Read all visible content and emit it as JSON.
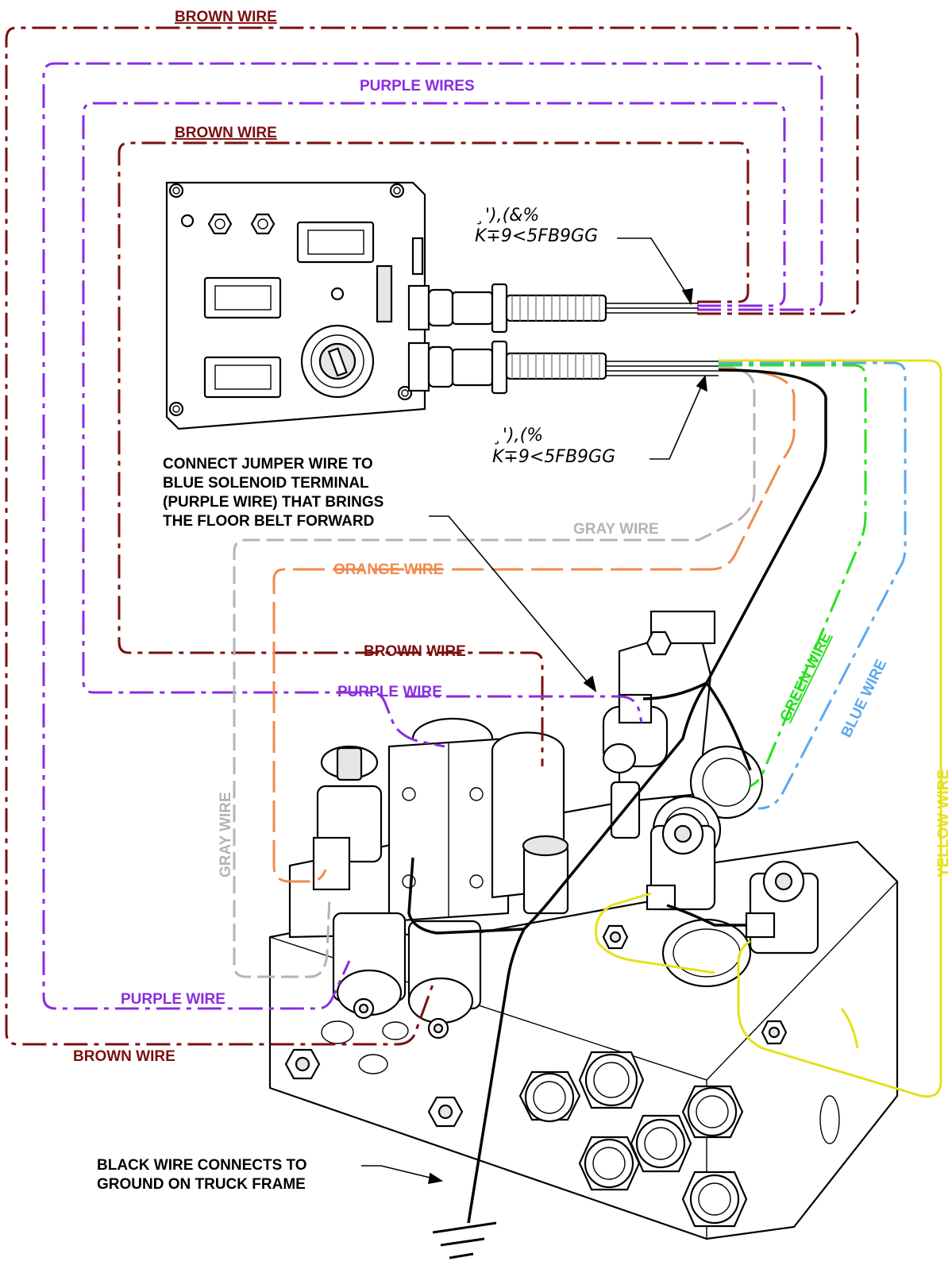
{
  "wire_labels": {
    "brown_outer": "BROWN WIRE",
    "purple_wires": "PURPLE WIRES",
    "brown_inner": "BROWN WIRE",
    "gray_top": "GRAY WIRE",
    "orange": "ORANGE WIRE",
    "brown_mid": "BROWN WIRE",
    "purple_mid": "PURPLE WIRE",
    "gray_vertical": "GRAY WIRE",
    "green": "GREEN WIRE",
    "blue": "BLUE WIRE",
    "yellow": "YELLOW WIRE",
    "purple_bottom": "PURPLE WIRE",
    "brown_bottom": "BROWN WIRE"
  },
  "connector_codes": {
    "upper_line1": "¸'),(&%",
    "upper_line2": "K∓9<5FB9GG",
    "lower_line1": "¸'),(%",
    "lower_line2": "K∓9<5FB9GG"
  },
  "notes": {
    "jumper": [
      "CONNECT JUMPER WIRE TO",
      "BLUE SOLENOID TERMINAL",
      "(PURPLE WIRE) THAT BRINGS",
      "THE FLOOR BELT FORWARD"
    ],
    "ground": [
      "BLACK WIRE CONNECTS TO",
      "GROUND ON TRUCK FRAME"
    ]
  },
  "colors": {
    "brown": "#7b0f0f",
    "purple": "#8a2be2",
    "gray": "#b3b3b3",
    "orange": "#f08a4b",
    "green": "#29e01f",
    "blue": "#5aa9ee",
    "yellow": "#e6e01a",
    "black": "#000000"
  }
}
